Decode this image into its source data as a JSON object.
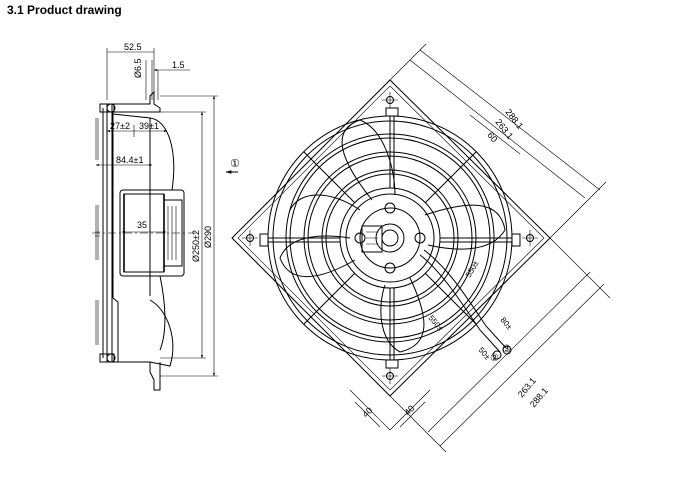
{
  "heading": "3.1 Product drawing",
  "side_view": {
    "dim_overall_depth": "52.5",
    "dim_hole": "Ø6.5",
    "dim_thickness": "1.5",
    "dim_27": "27±2",
    "dim_39": "39±1",
    "dim_84": "84.4±1",
    "dim_35": "35",
    "dim_250": "Ø250±2",
    "dim_290": "Ø290",
    "airflow_marker": "①"
  },
  "front_view": {
    "dim_288_a": "288.1",
    "dim_263_a": "263.1",
    "dim_60": "60",
    "dim_263_b": "263.1",
    "dim_288_b": "288.1",
    "dim_40_a": "40",
    "dim_40_b": "40",
    "dim_550_a": "550±",
    "dim_550_b": "550±",
    "dim_50": "50±",
    "dim_80": "80±",
    "marker_2": "②",
    "marker_3": "③"
  }
}
